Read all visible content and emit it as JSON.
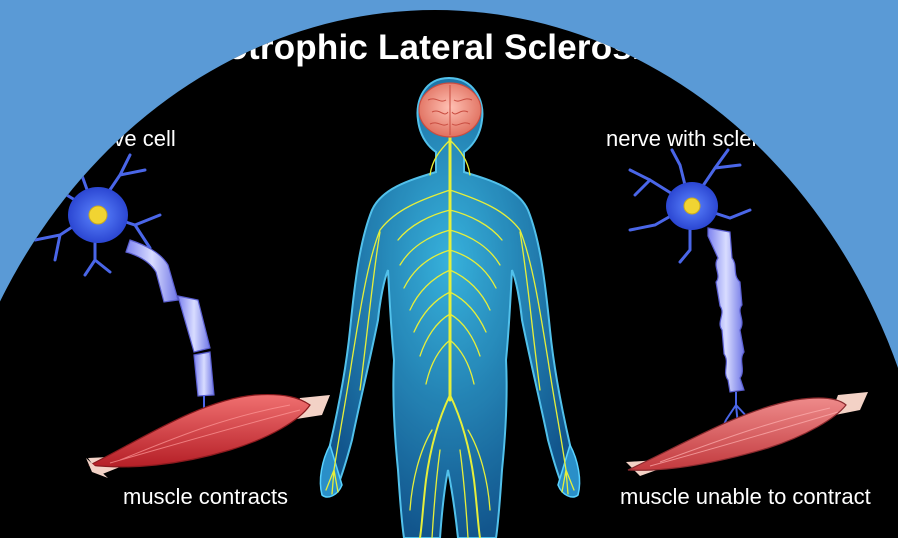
{
  "title": "Amyotrophic Lateral Sclerosis (",
  "labels": {
    "normal_nerve_cell": "mal nerve cell",
    "nerve_with_sclerosis": "nerve with sclerosis",
    "muscle_contracts": "muscle contracts",
    "muscle_unable": "muscle unable to contract"
  },
  "colors": {
    "background_outer": "#5a9ad6",
    "stage": "#000000",
    "body_glow": "#2aa3d8",
    "nerves": "#e6ef3a",
    "brain": "#f08f86",
    "neuron": "#4a66e8",
    "muscle": "#d8363a",
    "tendon": "#f3d2c6"
  }
}
